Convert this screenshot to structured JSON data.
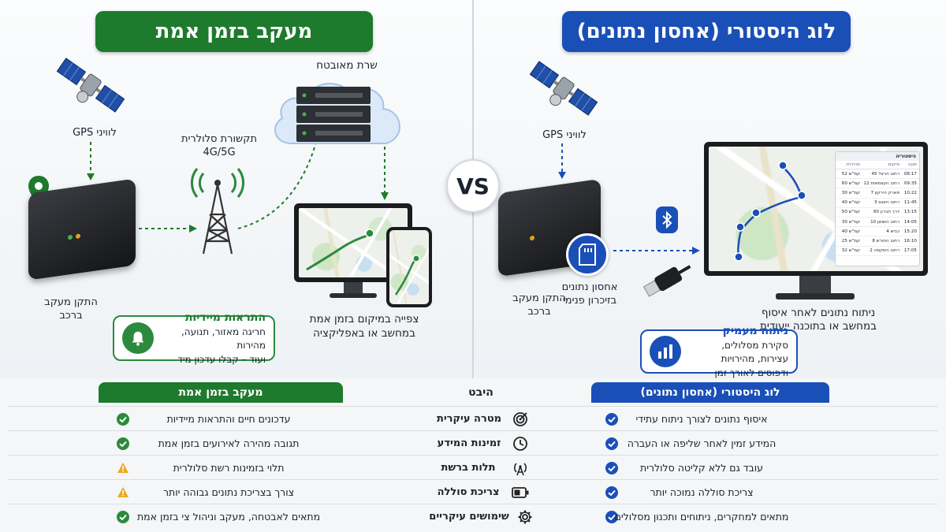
{
  "left": {
    "title": "מעקב בזמן אמת",
    "color": "#1e7a2c",
    "satellite_label": "לוויני GPS",
    "cellular_label_1": "תקשורת סלולרית",
    "cellular_label_2": "4G/5G",
    "server_label": "שרת מאובטח",
    "device_label_1": "התקן מעקב",
    "device_label_2": "ברכב",
    "view_label_1": "צפייה במיקום בזמן אמת",
    "view_label_2": "במחשב או באפליקציה",
    "alert": {
      "title": "התראות מיידיות",
      "line1": "חריגה מאזור, תנועה, מהירות",
      "line2": "ועוד – קבלו עדכון מיד",
      "icon": "bell-icon"
    }
  },
  "right": {
    "title": "לוג היסטורי (אחסון נתונים)",
    "color": "#1a4fb8",
    "satellite_label": "לוויני GPS",
    "device_label_1": "התקן מעקב",
    "device_label_2": "ברכב",
    "storage_label_1": "אחסון נתונים",
    "storage_label_2": "בזיכרון פנימי",
    "analysis_label_1": "ניתוח נתונים לאחר איסוף",
    "analysis_label_2": "במחשב או בתוכנה ייעודית",
    "deep": {
      "title": "ניתוח מעמיק",
      "line1": "סקירת מסלולים, עצירות, מהירויות",
      "line2": "ודפוסים לאורך זמן",
      "icon": "bar-chart-icon"
    },
    "log_table": {
      "header": "היסטוריה",
      "columns": [
        "שעה",
        "מיקום",
        "מהירות"
      ],
      "rows": [
        [
          "08:17",
          "רחוב הרצל 45",
          "קמ\"ש 52"
        ],
        [
          "09:35",
          "רחוב העצמאות 12",
          "קמ\"ש 60"
        ],
        [
          "10:22",
          "פארק הירקון 7",
          "קמ\"ש 30"
        ],
        [
          "11:45",
          "רחוב האגם 3",
          "קמ\"ש 40"
        ],
        [
          "13:15",
          "דרך חברון 60",
          "קמ\"ש 50"
        ],
        [
          "14:05",
          "רחוב השושן 10",
          "קמ\"ש 30"
        ],
        [
          "15:20",
          "כביש 4",
          "קמ\"ש 40"
        ],
        [
          "16:10",
          "רחוב החורש 8",
          "קמ\"ש 25"
        ],
        [
          "17:05",
          "רחוב השקמה 2",
          "קמ\"ש 32"
        ]
      ]
    }
  },
  "vs": "VS",
  "comparison": {
    "header_left": "מעקב בזמן אמת",
    "header_mid": "היבט",
    "header_right": "לוג היסטורי (אחסון נתונים)",
    "rows": [
      {
        "aspect": "מטרה עיקרית",
        "aspect_icon": "target-icon",
        "realtime": "עדכונים חיים והתראות מיידיות",
        "realtime_status": "check",
        "history": "איסוף נתונים לצורך ניתוח עתידי",
        "history_status": "check"
      },
      {
        "aspect": "זמינות המידע",
        "aspect_icon": "clock-icon",
        "realtime": "תגובה מהירה לאירועים בזמן אמת",
        "realtime_status": "check",
        "history": "המידע זמין לאחר שליפה או העברה",
        "history_status": "check"
      },
      {
        "aspect": "תלות ברשת",
        "aspect_icon": "signal-icon",
        "realtime": "תלוי בזמינות רשת סלולרית",
        "realtime_status": "warning",
        "history": "עובד גם ללא קליטה סלולרית",
        "history_status": "check"
      },
      {
        "aspect": "צריכת סוללה",
        "aspect_icon": "battery-icon",
        "realtime": "צורך בצריכת נתונים גבוהה יותר",
        "realtime_status": "warning",
        "history": "צריכת סוללה נמוכה יותר",
        "history_status": "check"
      },
      {
        "aspect": "שימושים עיקריים",
        "aspect_icon": "gear-icon",
        "realtime": "מתאים לאבטחה, מעקב וניהול צי בזמן אמת",
        "realtime_status": "check",
        "history": "מתאים למחקרים, ניתוחים ותכנון מסלולים",
        "history_status": "check"
      }
    ]
  },
  "colors": {
    "green": "#1e7a2c",
    "blue": "#1a4fb8",
    "warning": "#f2a81d",
    "check_green": "#2b8a3e",
    "check_blue": "#1a4fb8"
  }
}
